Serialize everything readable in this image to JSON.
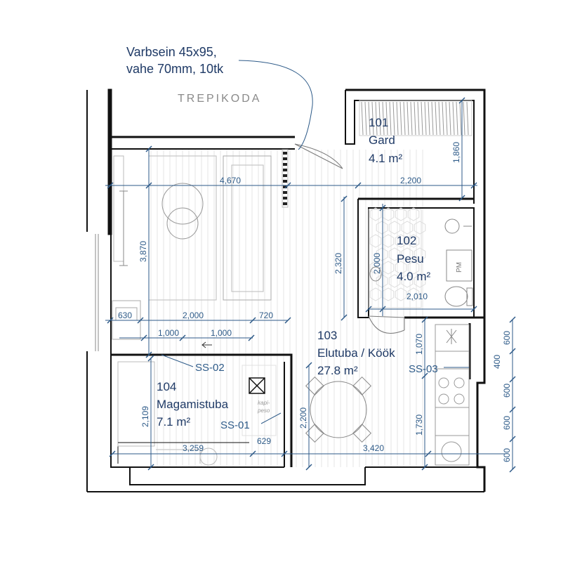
{
  "note": {
    "line1": "Varbsein 45x95,",
    "line2": "vahe 70mm, 10tk"
  },
  "stairwell": "TREPIKODA",
  "rooms": {
    "r101": {
      "num": "101",
      "name": "Gard",
      "area": "4.1 m²"
    },
    "r102": {
      "num": "102",
      "name": "Pesu",
      "area": "4.0 m²"
    },
    "r103": {
      "num": "103",
      "name": "Elutuba / Köök",
      "area": "27.8 m²"
    },
    "r104": {
      "num": "104",
      "name": "Magamistuba",
      "area": "7.1 m²"
    }
  },
  "dims": {
    "d4670": "4,670",
    "d2200_top": "2,200",
    "d1860": "1,860",
    "d3870": "3,870",
    "d2320": "2,320",
    "d2000_v": "2,000",
    "d2010": "2,010",
    "d630": "630",
    "d2000_h": "2,000",
    "d720": "720",
    "d1000_a": "1,000",
    "d1000_b": "1,000",
    "d1070": "1,070",
    "d2109": "2,109",
    "d2200_v": "2,200",
    "d1730": "1,730",
    "d3259": "3,259",
    "d629": "629",
    "d3420": "3,420",
    "r600_a": "600",
    "r400": "400",
    "r600_b": "600",
    "r600_c": "600",
    "r600_d": "600"
  },
  "codes": {
    "ss01": "SS-01",
    "ss02": "SS-02",
    "ss03": "SS-03"
  },
  "small": {
    "kapi1": "kapi-",
    "kapi2": "peso",
    "pm": "PM"
  },
  "colors": {
    "label": "#1f3a66",
    "dimension": "#2d5a88",
    "wall": "#111111"
  }
}
